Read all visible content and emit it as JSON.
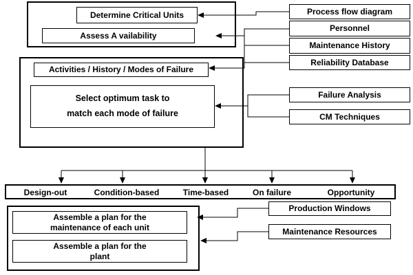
{
  "groups": {
    "critical_units": {
      "determine": "Determine Critical Units",
      "assess": "Assess A vailability"
    },
    "analysis": {
      "activities": "Activities / History / Modes of Failure",
      "select_line1": "Select optimum task to",
      "select_line2": "match each mode of failure"
    },
    "options": [
      "Design-out",
      "Condition-based",
      "Time-based",
      "On failure",
      "Opportunity"
    ],
    "plans": {
      "unit_line1": "Assemble a plan for the",
      "unit_line2": "maintenance of each unit",
      "plant_line1": "Assemble a plan for the",
      "plant_line2": "plant"
    }
  },
  "inputs": {
    "process_flow": "Process flow diagram",
    "personnel": "Personnel",
    "maintenance_history": "Maintenance History",
    "reliability_db": "Reliability Database",
    "failure_analysis": "Failure Analysis",
    "cm_techniques": "CM Techniques",
    "production_windows": "Production Windows",
    "maintenance_resources": "Maintenance Resources"
  }
}
